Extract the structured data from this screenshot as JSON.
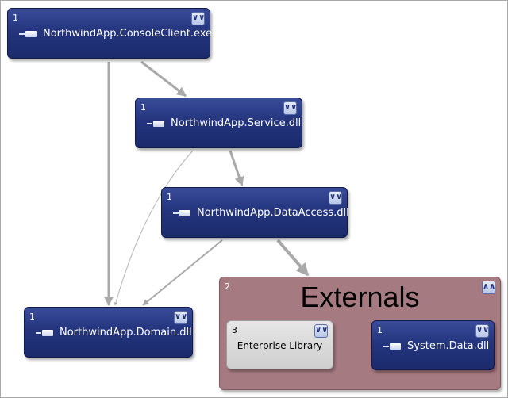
{
  "nodes": [
    {
      "id": "console",
      "name": "NorthwindApp.ConsoleClient.exe",
      "count": "1"
    },
    {
      "id": "service",
      "name": "NorthwindApp.Service.dll",
      "count": "1"
    },
    {
      "id": "dataaccess",
      "name": "NorthwindApp.DataAccess.dll",
      "count": "1"
    },
    {
      "id": "domain",
      "name": "NorthwindApp.Domain.dll",
      "count": "1"
    }
  ],
  "externals": {
    "title": "Externals",
    "count": "2",
    "children": [
      {
        "id": "entlib",
        "name": "Enterprise Library",
        "count": "3"
      },
      {
        "id": "sysdata",
        "name": "System.Data.dll",
        "count": "1"
      }
    ]
  },
  "edges": [
    {
      "from": "console",
      "to": "service"
    },
    {
      "from": "console",
      "to": "domain"
    },
    {
      "from": "service",
      "to": "dataaccess"
    },
    {
      "from": "service",
      "to": "domain"
    },
    {
      "from": "dataaccess",
      "to": "domain"
    },
    {
      "from": "dataaccess",
      "to": "externals"
    }
  ],
  "colors": {
    "node": "#24357e",
    "group": "#a57a80",
    "library": "#d8d8d8",
    "edge": "#a9a9a9"
  }
}
